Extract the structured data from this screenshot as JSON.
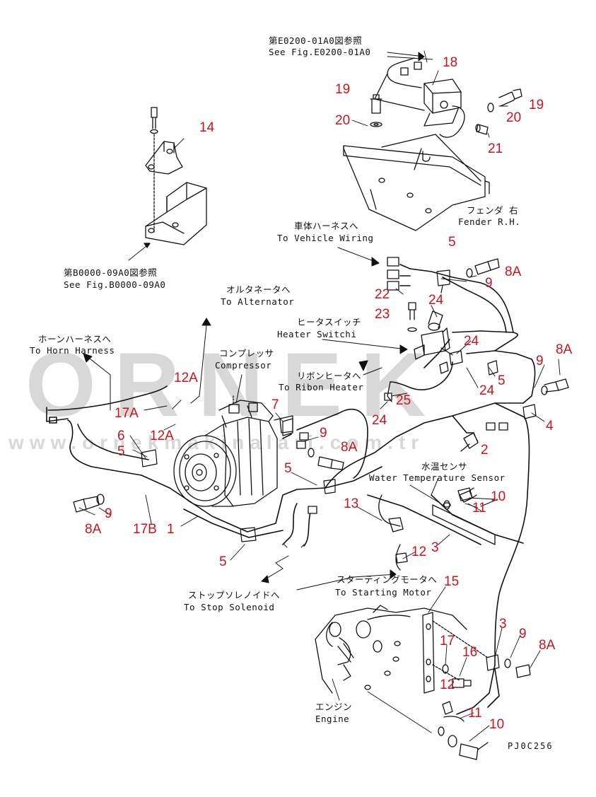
{
  "watermark": {
    "brand": "ORNEK",
    "url": "www.ornekmakinalari.com.tr"
  },
  "drawing_code": "PJ0C256",
  "refs": {
    "e0200_jp": "第E0200-01A0図参照",
    "e0200_en": "See Fig.E0200-01A0",
    "b0000_jp": "第B0000-09A0図参照",
    "b0000_en": "See Fig.B0000-09A0"
  },
  "notes": {
    "fender_jp": "フェンダ 右",
    "fender_en": "Fender R.H.",
    "vehicle_jp": "車体ハーネスへ",
    "vehicle_en": "To Vehicle Wiring",
    "alternator_jp": "オルタネータへ",
    "alternator_en": "To Alternator",
    "heater_jp": "ヒータスイッチ",
    "heater_en": "Heater Switchi",
    "compressor_jp": "コンプレッサ",
    "compressor_en": "Compressor",
    "horn_jp": "ホーンハーネスへ",
    "horn_en": "To Horn Harness",
    "ribon_jp": "リボンヒータへ",
    "ribon_en": "To Ribon Heater",
    "watertemp_jp": "水温センサ",
    "watertemp_en": "Water Temperature Sensor",
    "stop_jp": "ストップソレノイドへ",
    "stop_en": "To Stop Solenoid",
    "starting_jp": "スターティングモータへ",
    "starting_en": "To Starting Motor",
    "engine_jp": "エンジン",
    "engine_en": "Engine"
  },
  "callouts": {
    "c18": "18",
    "c19a": "19",
    "c19b": "19",
    "c20a": "20",
    "c20b": "20",
    "c21": "21",
    "c14": "14",
    "c5a": "5",
    "c8Aa": "8A",
    "c9a": "9",
    "c22": "22",
    "c23": "23",
    "c24a": "24",
    "c24b": "24",
    "c24c": "24",
    "c24d": "24",
    "c12Aa": "12A",
    "c12Ab": "12A",
    "c17A": "17A",
    "c7": "7",
    "c8Ab": "8A",
    "c9b": "9",
    "c5b": "5",
    "c4": "4",
    "c25": "25",
    "c6": "6",
    "c5c": "5",
    "c9c": "9",
    "c8Ac": "8A",
    "c2": "2",
    "c8Ad": "8A",
    "c9d": "9",
    "c17B": "17B",
    "c1": "1",
    "c5d": "5",
    "c10a": "10",
    "c11a": "11",
    "c13": "13",
    "c3a": "3",
    "c12": "12",
    "c5e": "5",
    "c15": "15",
    "c3b": "3",
    "c9e": "9",
    "c8Ae": "8A",
    "c17": "17",
    "c16": "16",
    "c12b": "12",
    "c11b": "11",
    "c10b": "10"
  },
  "colors": {
    "callout": "#c8141c",
    "line": "#111111",
    "watermark": "#d2d2d2"
  }
}
